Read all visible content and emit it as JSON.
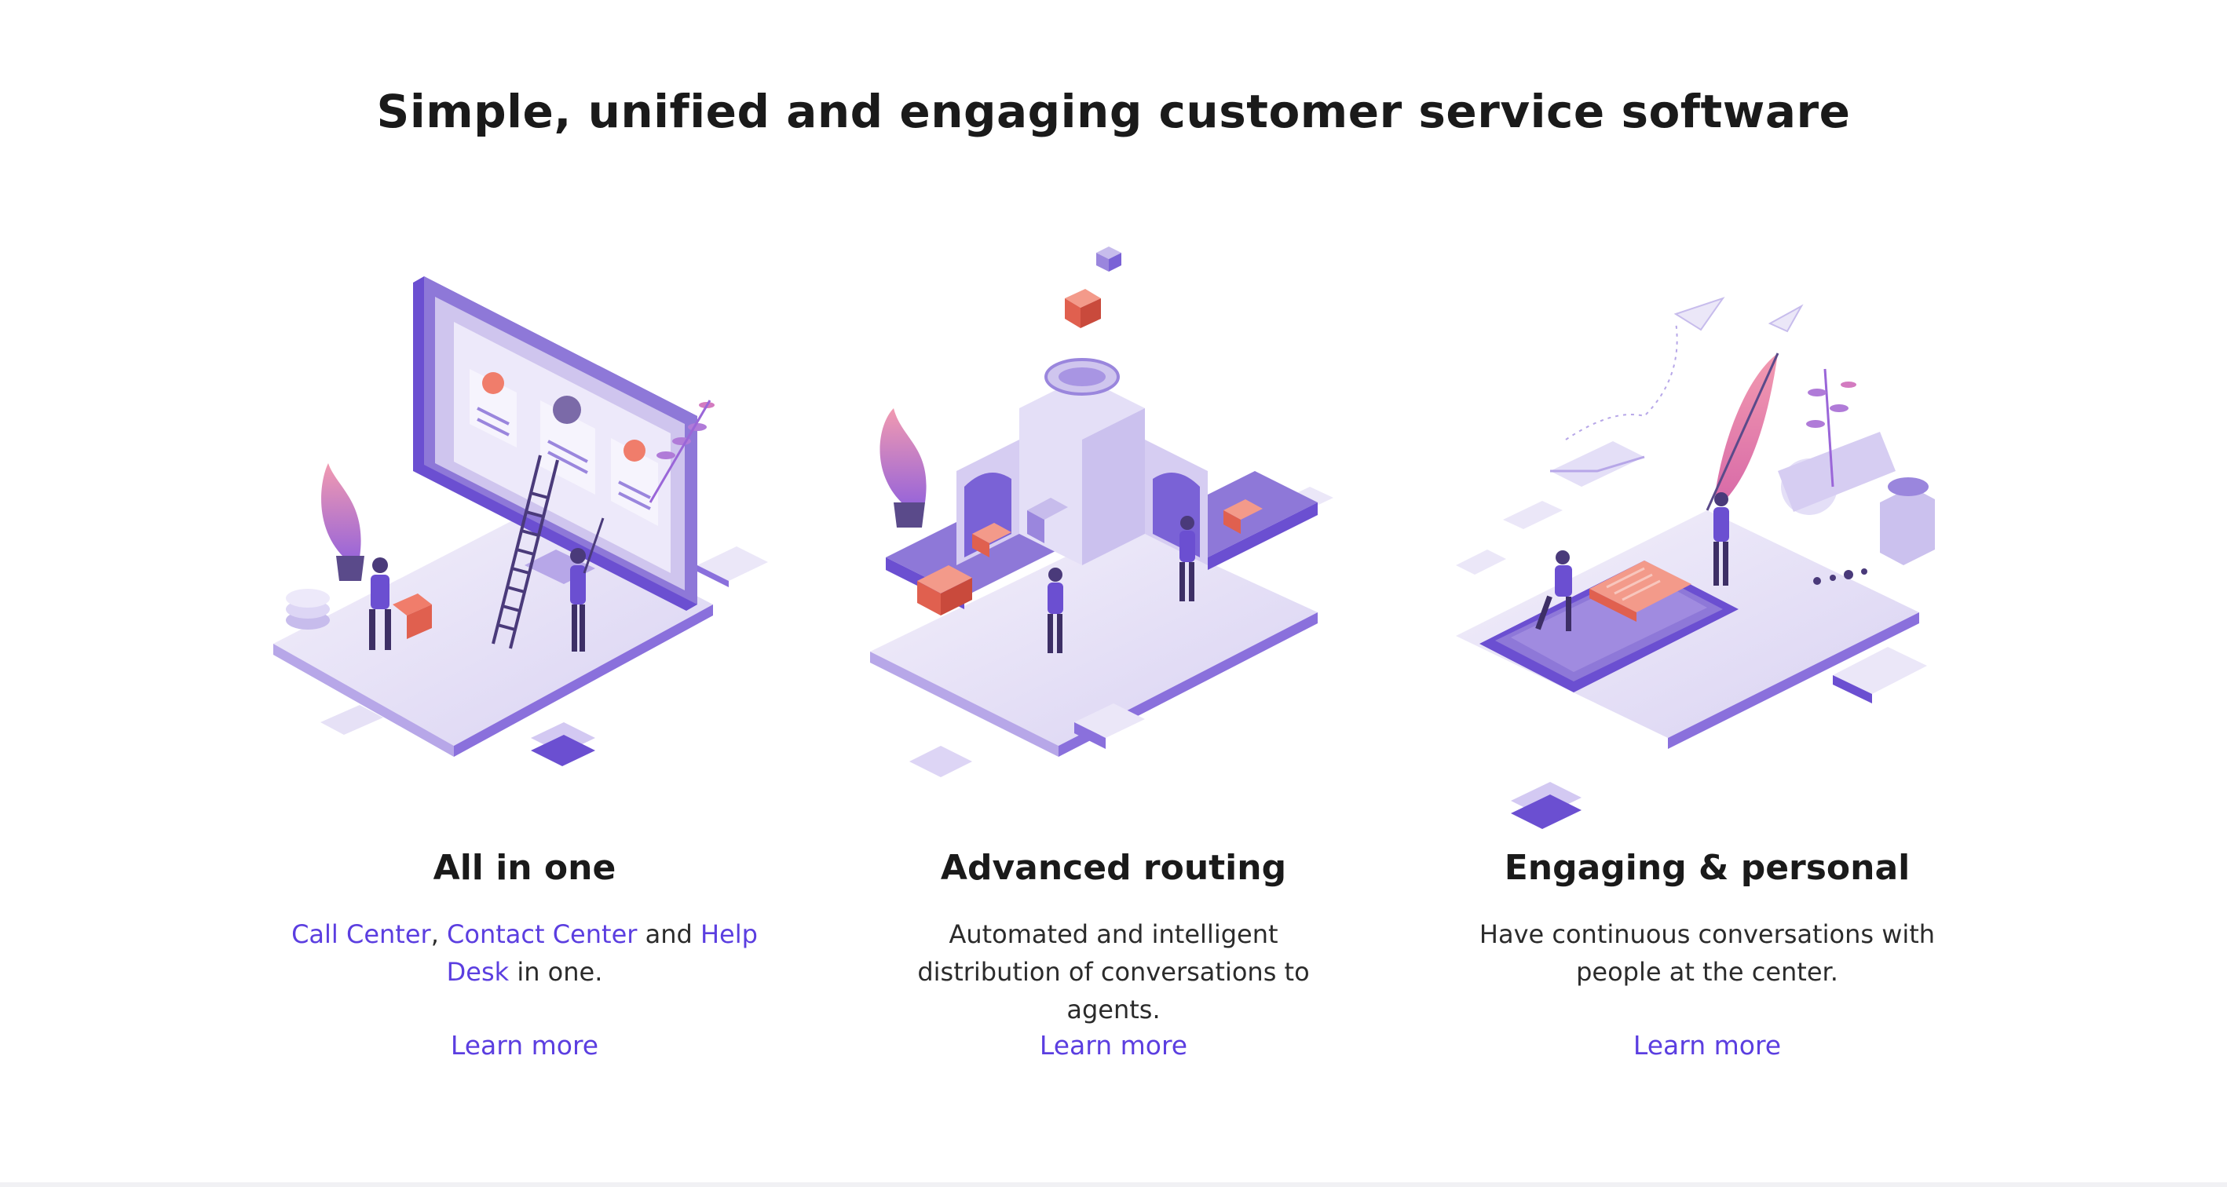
{
  "page": {
    "title": "Simple, unified and engaging customer service software"
  },
  "colors": {
    "accent": "#5b3ee0",
    "text": "#1a1a1a",
    "purple_light": "#d9d2f2",
    "purple_mid": "#9a86dd",
    "purple_dark": "#6b4fd1",
    "coral": "#f07d6b",
    "pink": "#e8a0c8"
  },
  "features": [
    {
      "title": "All in one",
      "desc_parts": {
        "link1": "Call Center",
        "sep1": ", ",
        "link2": "Contact Center",
        "sep2": " and ",
        "link3": "Help Desk",
        "tail": " in one."
      },
      "learn_more": "Learn more",
      "illustration_icon": "desktop-monitor-illustration-icon"
    },
    {
      "title": "Advanced routing",
      "description": "Automated and intelligent distribution of conversations to agents.",
      "learn_more": "Learn more",
      "illustration_icon": "routing-machine-illustration-icon"
    },
    {
      "title": "Engaging & personal",
      "description": "Have continuous conversations with people at the center.",
      "learn_more": "Learn more",
      "illustration_icon": "messaging-phone-illustration-icon"
    }
  ]
}
